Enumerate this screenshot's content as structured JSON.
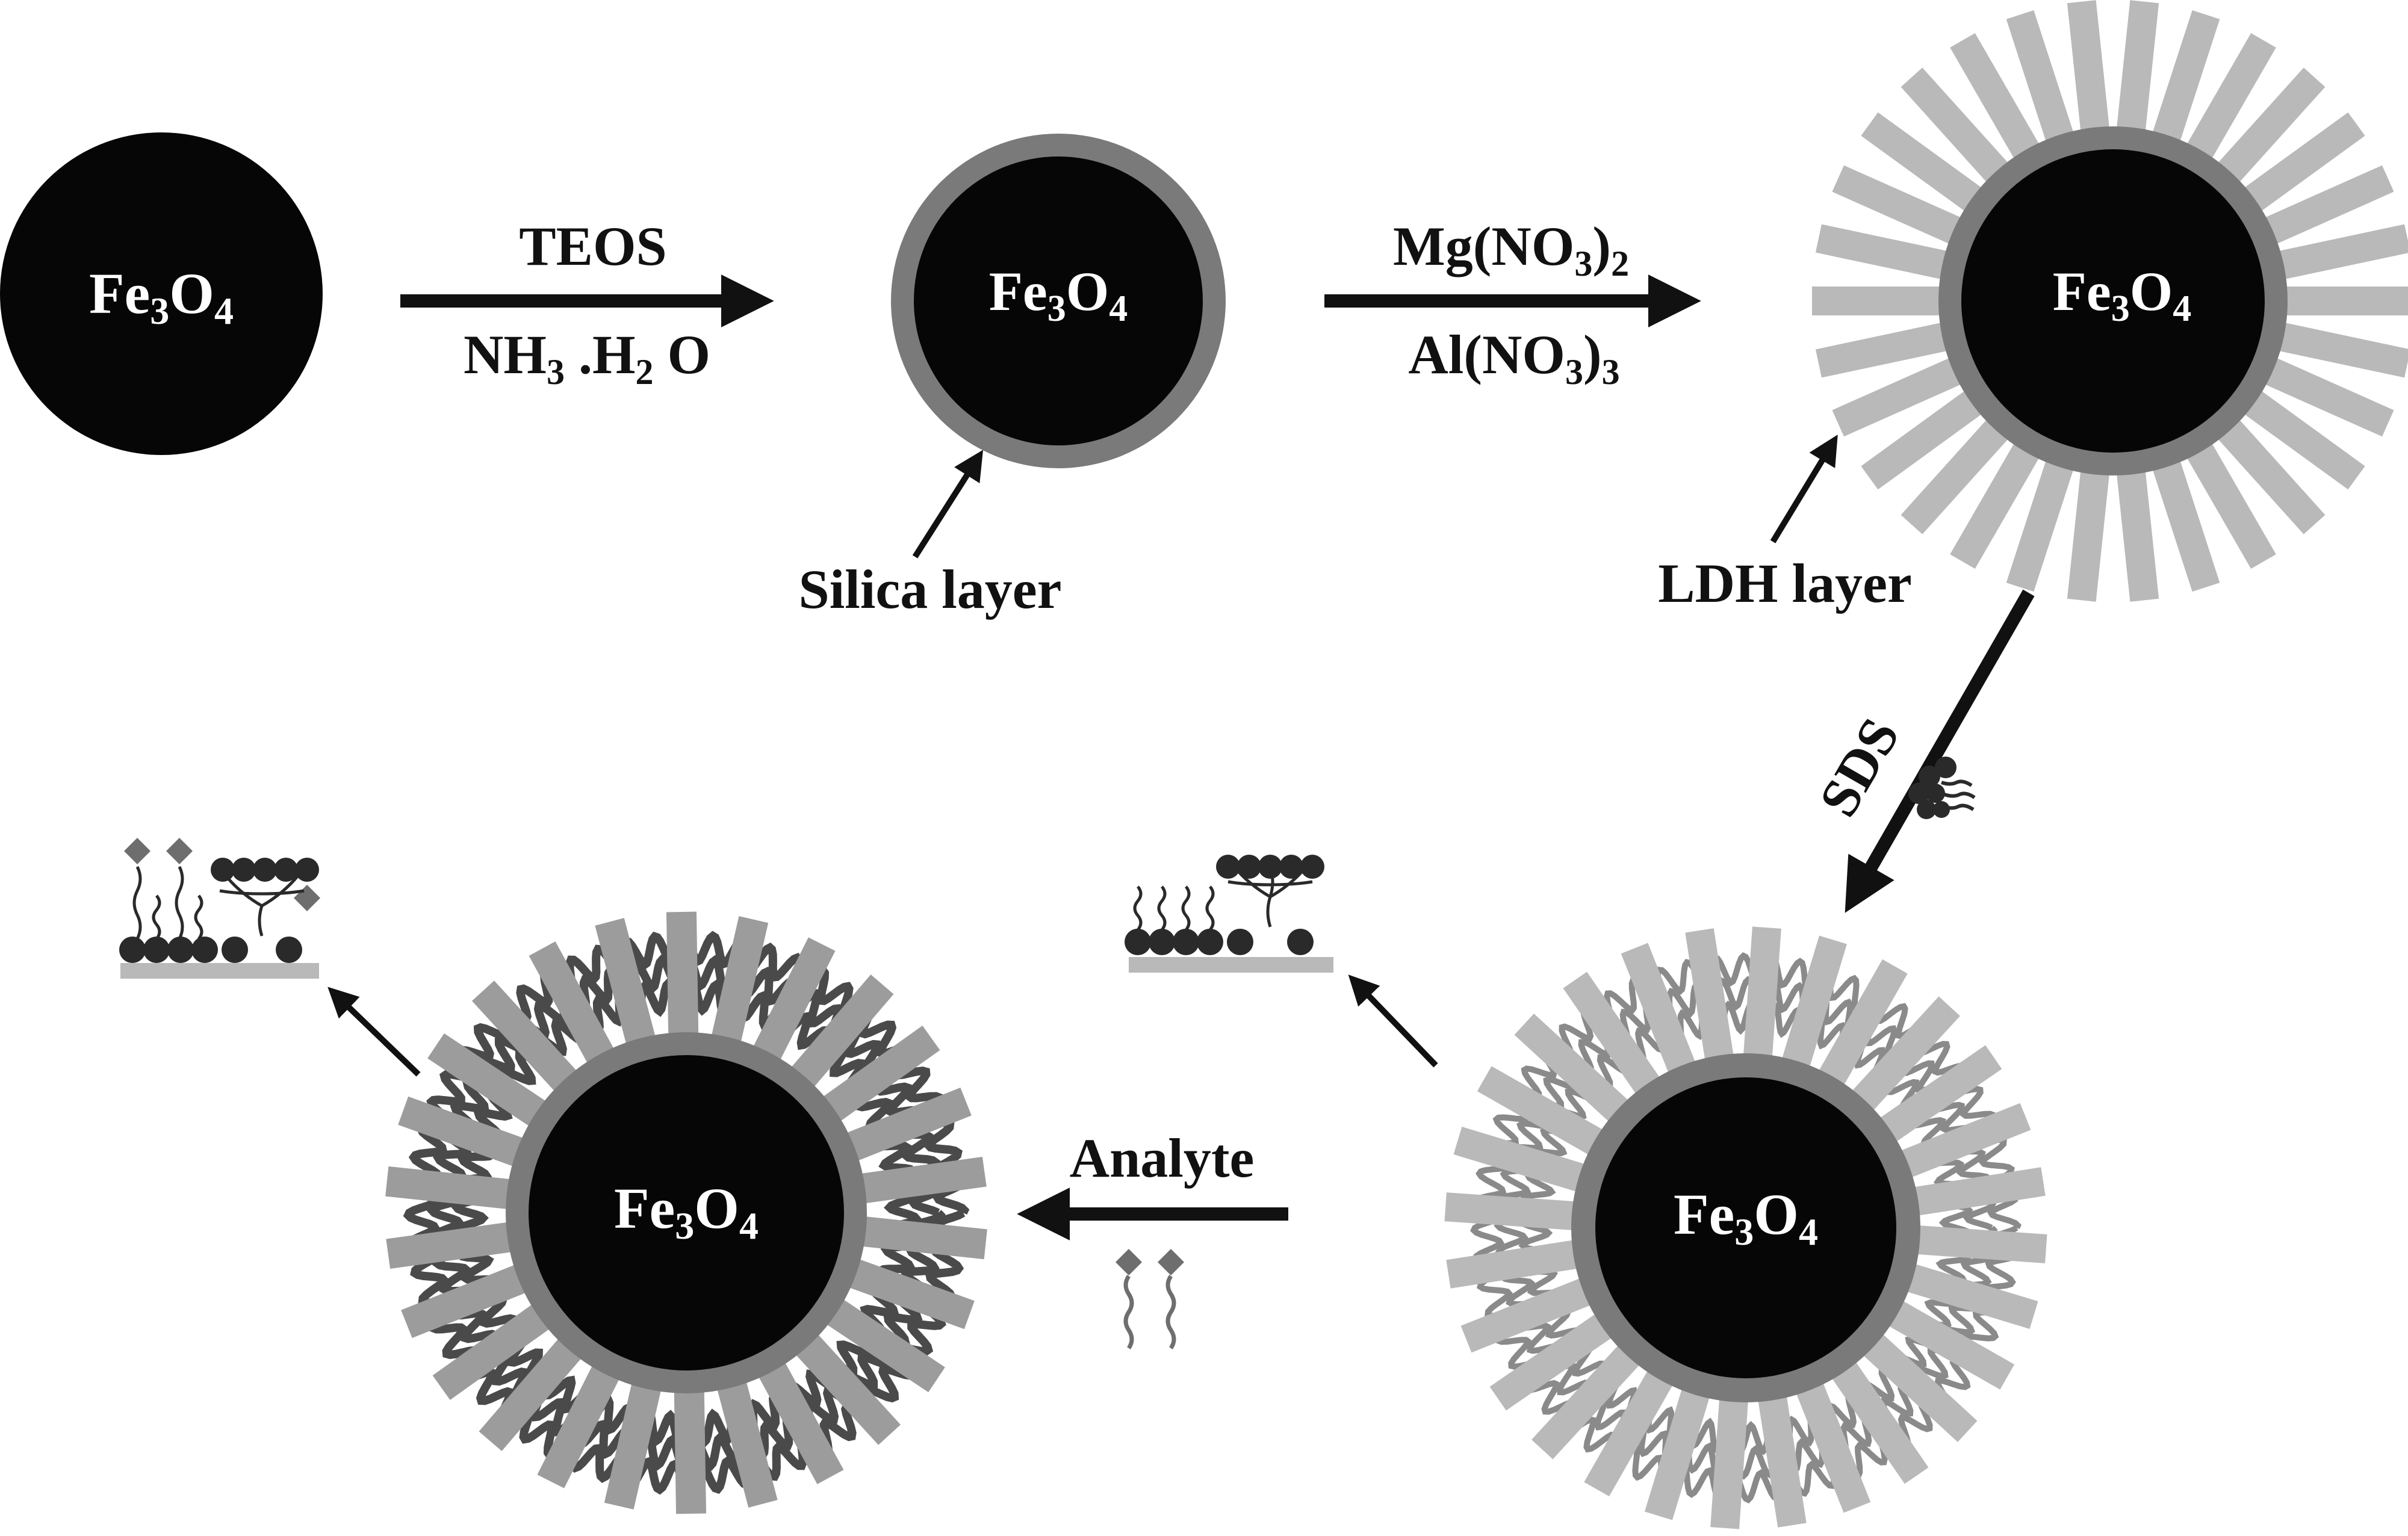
{
  "colors": {
    "core": "#060606",
    "silica": "#7a7a7a",
    "ldh": "#b9b9b9",
    "ink": "#111111",
    "background": "#ffffff"
  },
  "particles": [
    {
      "id": "p1",
      "core_label": "Fe3O4",
      "core_formula": {
        "a": "Fe",
        "b": "3",
        "c": "O",
        "d": "4"
      }
    },
    {
      "id": "p2",
      "core_label": "Fe3O4",
      "core_formula": {
        "a": "Fe",
        "b": "3",
        "c": "O",
        "d": "4"
      }
    },
    {
      "id": "p3",
      "core_label": "Fe3O4",
      "core_formula": {
        "a": "Fe",
        "b": "3",
        "c": "O",
        "d": "4"
      }
    },
    {
      "id": "p4",
      "core_label": "Fe3O4",
      "core_formula": {
        "a": "Fe",
        "b": "3",
        "c": "O",
        "d": "4"
      }
    },
    {
      "id": "p5",
      "core_label": "Fe3O4",
      "core_formula": {
        "a": "Fe",
        "b": "3",
        "c": "O",
        "d": "4"
      }
    }
  ],
  "steps": {
    "step1": {
      "top": "TEOS",
      "bottom": {
        "a": "NH",
        "b": "3",
        "c": " .H",
        "d": "2",
        "e": " O"
      }
    },
    "step2": {
      "top": {
        "a": "Mg(NO",
        "b": "3",
        "c": ")",
        "d": "2"
      },
      "bottom": {
        "a": "Al(NO",
        "b": "3",
        "c": ")",
        "d": "3"
      }
    },
    "step3": {
      "label": "SDS"
    },
    "step4": {
      "label": "Analyte"
    }
  },
  "labels": {
    "silica_layer": "Silica layer",
    "ldh_layer": "LDH layer"
  }
}
